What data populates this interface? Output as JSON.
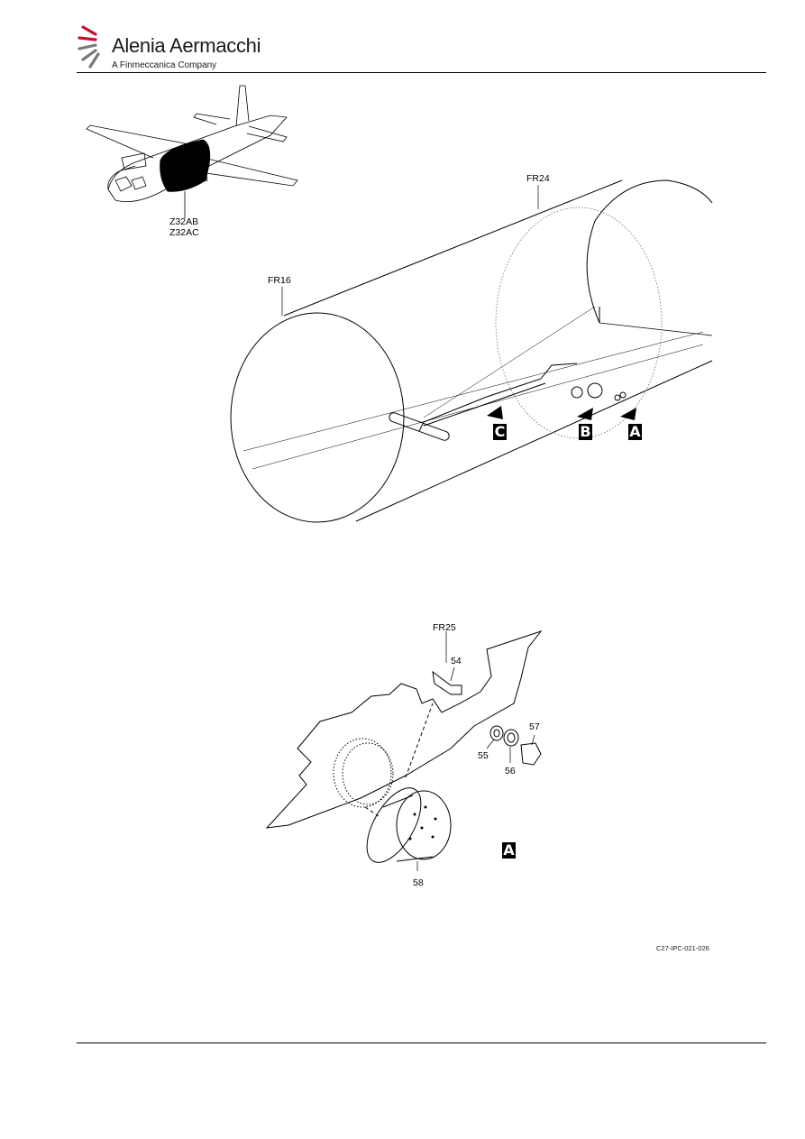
{
  "header": {
    "brand_name": "Alenia Aermacchi",
    "brand_subtitle": "A Finmeccanica Company"
  },
  "overview": {
    "zone_codes": [
      "Z32AB",
      "Z32AC"
    ]
  },
  "fuselage": {
    "frame_fwd": "FR16",
    "frame_aft": "FR24",
    "view_callouts": [
      "C",
      "B",
      "A"
    ]
  },
  "detail_a": {
    "frame": "FR25",
    "items": [
      "54",
      "55",
      "56",
      "57",
      "58"
    ],
    "view_label": "A"
  },
  "figure_id": "C27-IPC-021-026",
  "colors": {
    "brand_accent": "#c8102e",
    "ink": "#000000"
  }
}
